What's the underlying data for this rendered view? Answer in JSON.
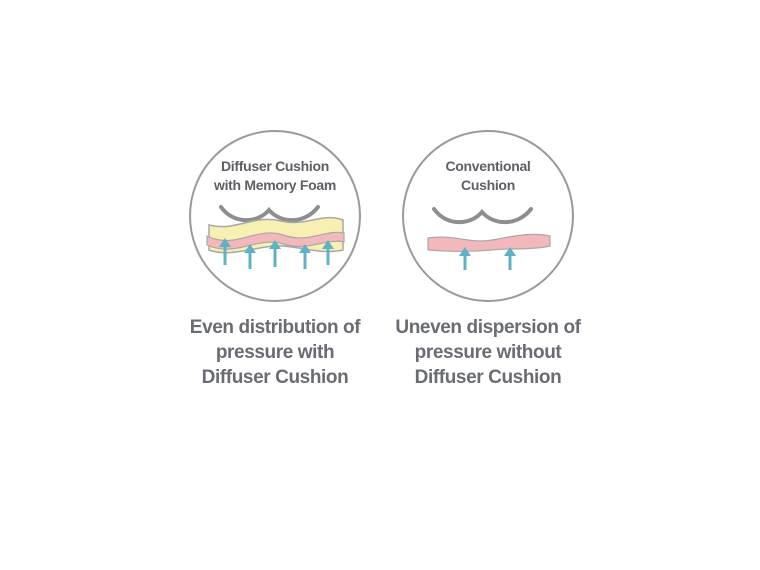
{
  "panels": [
    {
      "circle_label": "Diffuser Cushion\nwith Memory Foam",
      "caption": "Even distribution of\npressure with\nDiffuser Cushion"
    },
    {
      "circle_label": "Conventional\nCushion",
      "caption": "Uneven dispersion of\npressure without\nDiffuser Cushion"
    }
  ],
  "colors": {
    "outline": "#9a9a9a",
    "text": "#5d5f66",
    "foam": "#f7f0b2",
    "cushion": "#f2b8bb",
    "arrow": "#5fb2c4",
    "body": "#8e8e8e"
  }
}
